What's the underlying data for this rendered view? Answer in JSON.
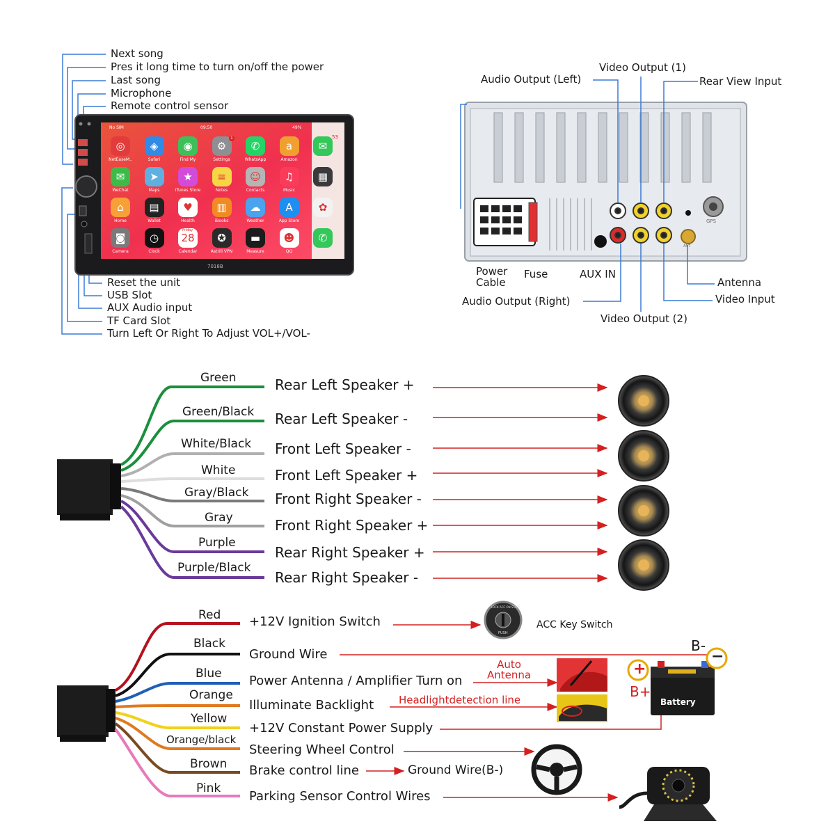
{
  "head_unit": {
    "top_callouts": [
      "Next song",
      "Pres it long time to turn on/off the power",
      "Last song",
      "Microphone",
      "Remote control sensor"
    ],
    "bottom_callouts": [
      "Reset the unit",
      "USB Slot",
      "AUX Audio input",
      "TF Card Slot",
      "Turn Left Or Right To Adjust VOL+/VOL-"
    ],
    "status_bar": {
      "carrier": "No SIM",
      "time": "09:50",
      "battery": "49%"
    },
    "model": "7018B",
    "badge_settings": "1",
    "badge_messages": "53",
    "apps": [
      {
        "name": "NetEaseM..",
        "color": "#e23b3b",
        "glyph": "◎"
      },
      {
        "name": "Safari",
        "color": "#2f8be6",
        "glyph": "◈"
      },
      {
        "name": "Find My",
        "color": "#3fbf5a",
        "glyph": "◉"
      },
      {
        "name": "Settings",
        "color": "#8e8e93",
        "glyph": "⚙"
      },
      {
        "name": "WhatsApp",
        "color": "#25d366",
        "glyph": "✆"
      },
      {
        "name": "Amazon",
        "color": "#f0a030",
        "glyph": "a"
      },
      {
        "name": "",
        "color": "#34c759",
        "glyph": "✉"
      },
      {
        "name": "WeChat",
        "color": "#3dbb49",
        "glyph": "✉"
      },
      {
        "name": "Maps",
        "color": "#5fb0e0",
        "glyph": "➤"
      },
      {
        "name": "iTunes Store",
        "color": "#d34bd9",
        "glyph": "★"
      },
      {
        "name": "Notes",
        "color": "#f6d645",
        "glyph": "≡"
      },
      {
        "name": "Contacts",
        "color": "#b5b5b5",
        "glyph": "☺"
      },
      {
        "name": "Music",
        "color": "#fa3c5a",
        "glyph": "♫"
      },
      {
        "name": "",
        "color": "#3a3a3c",
        "glyph": "▦"
      },
      {
        "name": "Home",
        "color": "#f7a037",
        "glyph": "⌂"
      },
      {
        "name": "Wallet",
        "color": "#222222",
        "glyph": "▤"
      },
      {
        "name": "Health",
        "color": "#ffffff",
        "glyph": "♥"
      },
      {
        "name": "iBooks",
        "color": "#f08a24",
        "glyph": "▥"
      },
      {
        "name": "Weather",
        "color": "#4aa3ec",
        "glyph": "☁"
      },
      {
        "name": "App Store",
        "color": "#1f8ef1",
        "glyph": "A"
      },
      {
        "name": "",
        "color": "#f2f2f2",
        "glyph": "✿"
      },
      {
        "name": "Camera",
        "color": "#7a7a7a",
        "glyph": "◙"
      },
      {
        "name": "Clock",
        "color": "#111111",
        "glyph": "◷"
      },
      {
        "name": "Calendar",
        "color": "#ffffff",
        "glyph": "28"
      },
      {
        "name": "Astrill VPN",
        "color": "#2a2a2a",
        "glyph": "✪"
      },
      {
        "name": "Measure",
        "color": "#1c1c1c",
        "glyph": "▬"
      },
      {
        "name": "QQ",
        "color": "#ffffff",
        "glyph": "☻"
      },
      {
        "name": "",
        "color": "#34c759",
        "glyph": "✆"
      }
    ],
    "calendar_day": "Friday"
  },
  "rear_panel": {
    "labels": {
      "audio_left": "Audio Output (Left)",
      "video_out_1": "Video Output (1)",
      "rear_view": "Rear View Input",
      "power_cable": "Power\nCable",
      "fuse": "Fuse",
      "aux_in": "AUX IN",
      "antenna": "Antenna",
      "audio_right": "Audio Output (Right)",
      "video_input": "Video Input",
      "video_out_2": "Video Output (2)"
    },
    "gps": "GPS",
    "ant": "ANT"
  },
  "speaker_wiring": [
    {
      "wire": "Green",
      "label": "Rear Left Speaker +",
      "color": "#1a8f3c"
    },
    {
      "wire": "Green/Black",
      "label": "Rear Left Speaker -",
      "color": "#1a8f3c"
    },
    {
      "wire": "White/Black",
      "label": "Front Left Speaker -",
      "color": "#aaaaaa"
    },
    {
      "wire": "White",
      "label": "Front Left Speaker +",
      "color": "#d8d8d8"
    },
    {
      "wire": "Gray/Black",
      "label": "Front Right Speaker -",
      "color": "#7a7a7a"
    },
    {
      "wire": "Gray",
      "label": "Front Right Speaker +",
      "color": "#9a9a9a"
    },
    {
      "wire": "Purple",
      "label": "Rear Right Speaker +",
      "color": "#6a3a9a"
    },
    {
      "wire": "Purple/Black",
      "label": "Rear Right Speaker -",
      "color": "#6a3a9a"
    }
  ],
  "power_wiring": [
    {
      "wire": "Red",
      "label": "+12V Ignition Switch",
      "color": "#b3121e"
    },
    {
      "wire": "Black",
      "label": "Ground Wire",
      "color": "#111111"
    },
    {
      "wire": "Blue",
      "label": "Power Antenna / Amplifier Turn on",
      "color": "#1f5fb5"
    },
    {
      "wire": "Orange",
      "label": "Illuminate Backlight",
      "color": "#e07a1f"
    },
    {
      "wire": "Yellow",
      "label": "+12V Constant Power Supply",
      "color": "#f0d21a"
    },
    {
      "wire": "Orange/black",
      "label": "Steering Wheel Control",
      "color": "#e07a1f"
    },
    {
      "wire": "Brown",
      "label": "Brake control line",
      "color": "#7a4a22"
    },
    {
      "wire": "Pink",
      "label": "Parking Sensor Control Wires",
      "color": "#e87ab8"
    }
  ],
  "power_extras": {
    "acc_key_switch": "ACC Key Switch",
    "acc_ring": "LOCK  ACC  ON  START",
    "push": "PUSH",
    "auto_antenna": "Auto\nAntenna",
    "headlight": "Headlightdetection line",
    "ground_b": "Ground Wire(B-)",
    "b_minus": "B-",
    "b_plus": "B+",
    "plus_sign": "+",
    "minus_sign": "−",
    "battery": "Battery"
  }
}
